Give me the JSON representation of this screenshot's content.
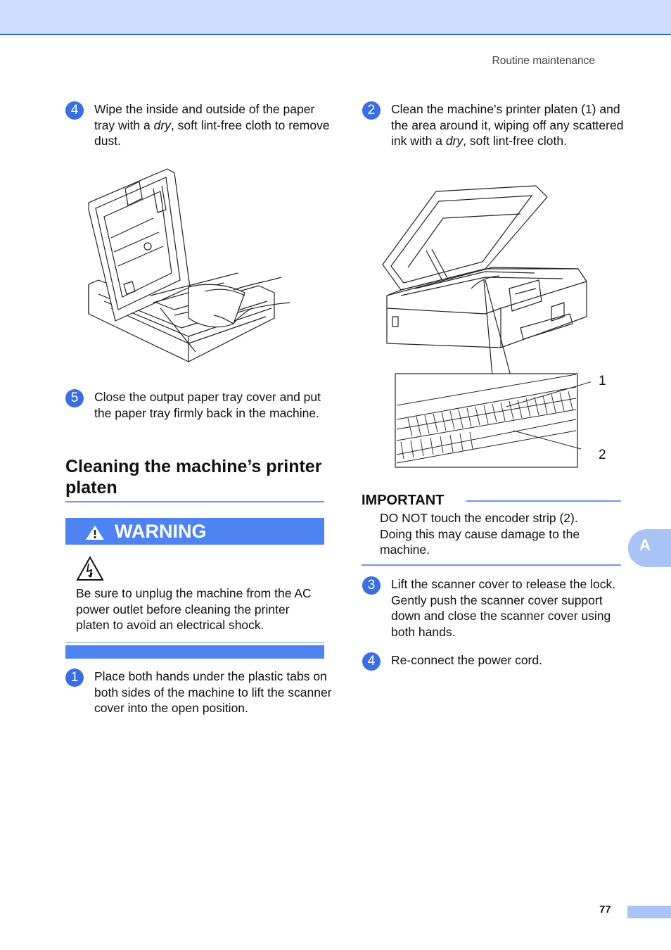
{
  "header": {
    "section": "Routine maintenance"
  },
  "steps": {
    "s4a": {
      "num": "4",
      "text_before": "Wipe the inside and outside of the paper tray with a ",
      "em": "dry",
      "text_after": ", soft lint-free cloth to remove dust."
    },
    "s5": {
      "num": "5",
      "text": "Close the output paper tray cover and put the paper tray firmly back in the machine."
    },
    "s1": {
      "num": "1",
      "text": "Place both hands under the plastic tabs on both sides of the machine to lift the scanner cover into the open position."
    },
    "s2": {
      "num": "2",
      "text_before": "Clean the machine’s printer platen (1) and the area around it, wiping off any scattered ink with a ",
      "em": "dry",
      "text_after": ", soft lint-free cloth."
    },
    "s3": {
      "num": "3",
      "text": "Lift the scanner cover to release the lock. Gently push the scanner cover support down and close the scanner cover using both hands."
    },
    "s4b": {
      "num": "4",
      "text": "Re-connect the power cord."
    }
  },
  "section": {
    "title": "Cleaning the machine’s printer platen"
  },
  "warning": {
    "label": "WARNING",
    "text": "Be sure to unplug the machine from the AC power outlet before cleaning the printer platen to avoid an electrical shock."
  },
  "important": {
    "title": "IMPORTANT",
    "text": "DO NOT touch the encoder strip (2). Doing this may cause damage to the machine."
  },
  "figure_callouts": {
    "c1": "1",
    "c2": "2"
  },
  "side_tab": "A",
  "footer": {
    "page": "77"
  },
  "colors": {
    "accent": "#4f83f2",
    "band": "#cdddfb",
    "tab": "#a9c3f7"
  }
}
